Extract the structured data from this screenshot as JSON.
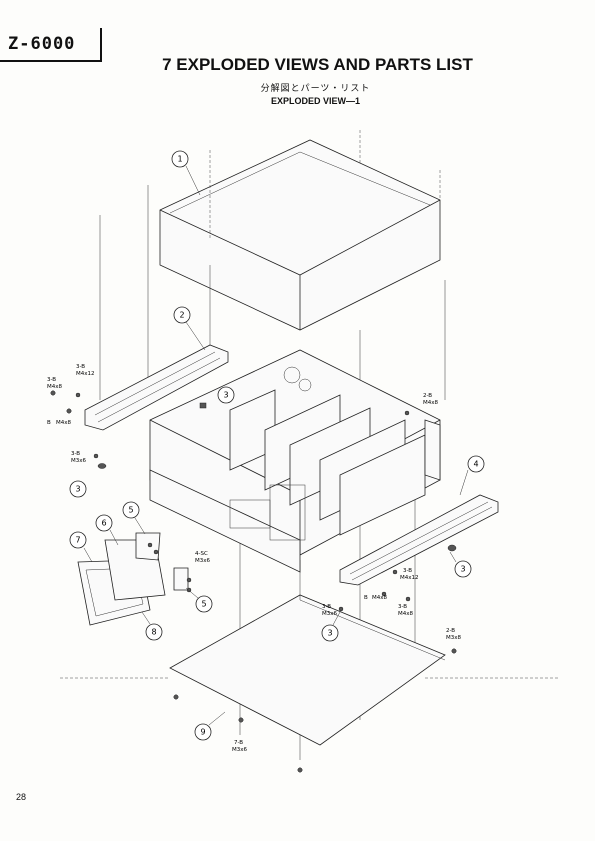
{
  "header": {
    "model": "Z-6000",
    "title": "7   EXPLODED VIEWS AND PARTS LIST",
    "subtitle_jp": "分解図とパーツ・リスト",
    "subtitle_en": "EXPLODED VIEW—1"
  },
  "callouts": [
    "1",
    "2",
    "3",
    "3",
    "3",
    "3",
    "4",
    "5",
    "5",
    "6",
    "7",
    "8",
    "9"
  ],
  "screw_labels": [
    {
      "line1": "3-B",
      "line2": "M4x12"
    },
    {
      "line1": "3-B",
      "line2": "M4x8"
    },
    {
      "line1": "B",
      "line2": "M4x8"
    },
    {
      "line1": "3-B",
      "line2": "M3x6"
    },
    {
      "line1": "2-B",
      "line2": "M4x8"
    },
    {
      "line1": "4-SC",
      "line2": "M3x6"
    },
    {
      "line1": "3-B",
      "line2": "M4x12"
    },
    {
      "line1": "B",
      "line2": "M4x8"
    },
    {
      "line1": "3-B",
      "line2": "M3x6"
    },
    {
      "line1": "3-B",
      "line2": "M4x8"
    },
    {
      "line1": "2-B",
      "line2": "M3x8"
    },
    {
      "line1": "7-B",
      "line2": "M3x6"
    }
  ],
  "footer": {
    "page_number": "28"
  }
}
